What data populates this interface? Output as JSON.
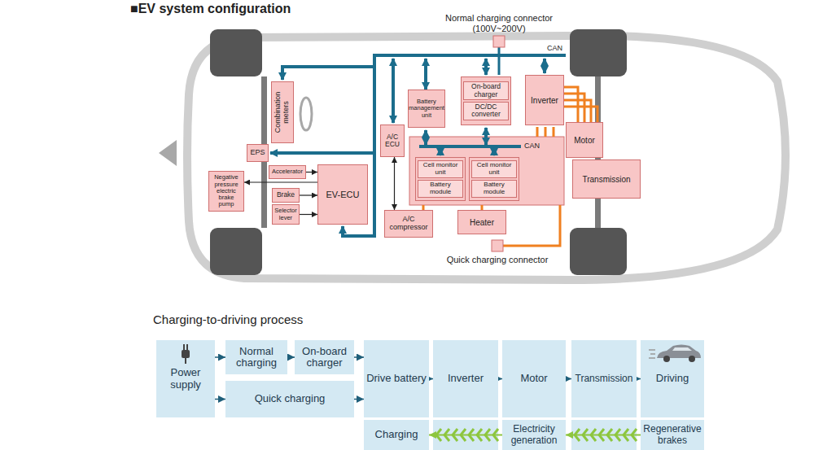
{
  "diagram": {
    "title": "■EV system configuration",
    "nodes": [
      {
        "text": [
          "Combination meters"
        ]
      },
      {
        "text": [
          "EPS"
        ]
      },
      {
        "text": [
          "Negative pressure electric brake pump"
        ]
      },
      {
        "text": [
          "Accelerator"
        ]
      },
      {
        "text": [
          "Brake"
        ]
      },
      {
        "text": [
          "Selector lever"
        ]
      },
      {
        "text": [
          "EV-ECU"
        ]
      },
      {
        "text": [
          "A/C ECU"
        ]
      },
      {
        "text": [
          "Battery management unit"
        ]
      },
      {
        "text": [
          "On-board charger",
          "DC/DC converter"
        ]
      },
      {
        "text": [
          "Inverter"
        ]
      },
      {
        "text": [
          "Motor"
        ]
      },
      {
        "text": [
          "Transmission"
        ]
      },
      {
        "text": [
          "Cell monitor unit",
          "Battery module"
        ]
      },
      {
        "text": [
          "Cell monitor unit",
          "Battery module"
        ]
      },
      {
        "text": [
          "Heater"
        ]
      },
      {
        "text": [
          "A/C compressor"
        ]
      },
      {
        "text": [
          "Power supply"
        ]
      },
      {
        "text": [
          "Normal charging"
        ]
      },
      {
        "text": [
          "On-board charger"
        ]
      },
      {
        "text": [
          "Quick charging"
        ]
      },
      {
        "text": [
          "Drive battery"
        ]
      },
      {
        "text": [
          "Inverter"
        ]
      },
      {
        "text": [
          "Motor"
        ]
      },
      {
        "text": [
          "Transmission"
        ]
      },
      {
        "text": [
          "Driving"
        ]
      },
      {
        "text": [
          "Charging"
        ]
      },
      {
        "text": [
          "Electricity generation"
        ]
      },
      {
        "text": [
          "Regenerative brakes"
        ]
      }
    ],
    "edges": [
      {
        "from": 3,
        "to": 6,
        "arrow": "to"
      },
      {
        "from": 4,
        "to": 6,
        "arrow": "to"
      },
      {
        "from": 6,
        "to": 2,
        "arrow": "to"
      },
      {
        "from": 5,
        "to": 6,
        "arrow": "to"
      },
      {
        "from": 7,
        "to": 16,
        "arrow": "both"
      },
      {
        "from": 10,
        "to": 11,
        "arrow": "none"
      },
      {
        "from": 17,
        "to": 18,
        "arrow": "to"
      },
      {
        "from": 18,
        "to": 19,
        "arrow": "to"
      },
      {
        "from": 19,
        "to": 21,
        "arrow": "to"
      },
      {
        "from": 17,
        "to": 20,
        "arrow": "to"
      },
      {
        "from": 20,
        "to": 21,
        "arrow": "to"
      },
      {
        "from": 21,
        "to": 22,
        "arrow": "to"
      },
      {
        "from": 22,
        "to": 23,
        "arrow": "to"
      },
      {
        "from": 23,
        "to": 24,
        "arrow": "to"
      },
      {
        "from": 24,
        "to": 25,
        "arrow": "to"
      },
      {
        "from": 28,
        "to": 27,
        "arrow": "to"
      },
      {
        "from": 27,
        "to": 26,
        "arrow": "to"
      }
    ],
    "labels": [
      "Normal charging connector (100V~200V)",
      "CAN",
      "CAN",
      "Quick charging connector",
      "Charging-to-driving process"
    ]
  }
}
